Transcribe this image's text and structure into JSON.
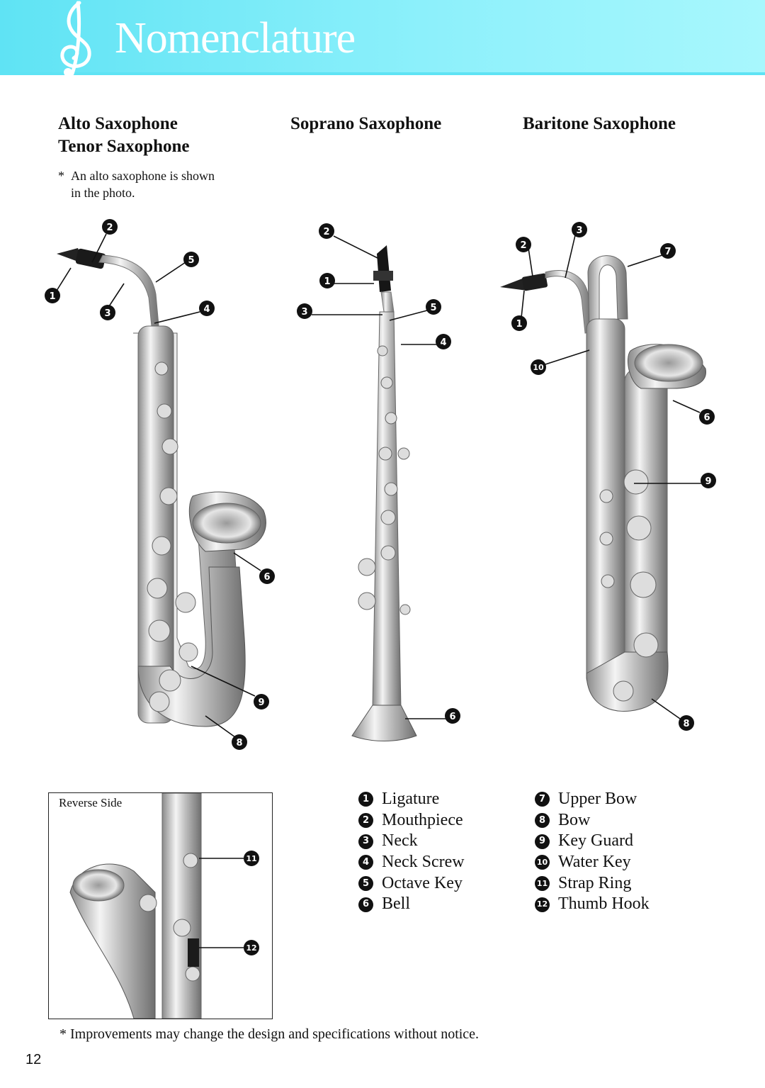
{
  "page": {
    "title": "Nomenclature",
    "page_number": "12",
    "accent_color": "#5fe3f4"
  },
  "headings": {
    "alto": "Alto Saxophone",
    "tenor": "Tenor Saxophone",
    "soprano": "Soprano Saxophone",
    "baritone": "Baritone Saxophone"
  },
  "note": {
    "star": "*",
    "text": "An alto saxophone is shown in the photo."
  },
  "inset": {
    "label": "Reverse Side"
  },
  "parts": [
    {
      "num": "1",
      "name": "Ligature"
    },
    {
      "num": "2",
      "name": "Mouthpiece"
    },
    {
      "num": "3",
      "name": "Neck"
    },
    {
      "num": "4",
      "name": "Neck Screw"
    },
    {
      "num": "5",
      "name": "Octave Key"
    },
    {
      "num": "6",
      "name": "Bell"
    },
    {
      "num": "7",
      "name": "Upper Bow"
    },
    {
      "num": "8",
      "name": "Bow"
    },
    {
      "num": "9",
      "name": "Key Guard"
    },
    {
      "num": "10",
      "name": "Water Key"
    },
    {
      "num": "11",
      "name": "Strap Ring"
    },
    {
      "num": "12",
      "name": "Thumb Hook"
    }
  ],
  "footer": "* Improvements may change the design and specifications without notice."
}
